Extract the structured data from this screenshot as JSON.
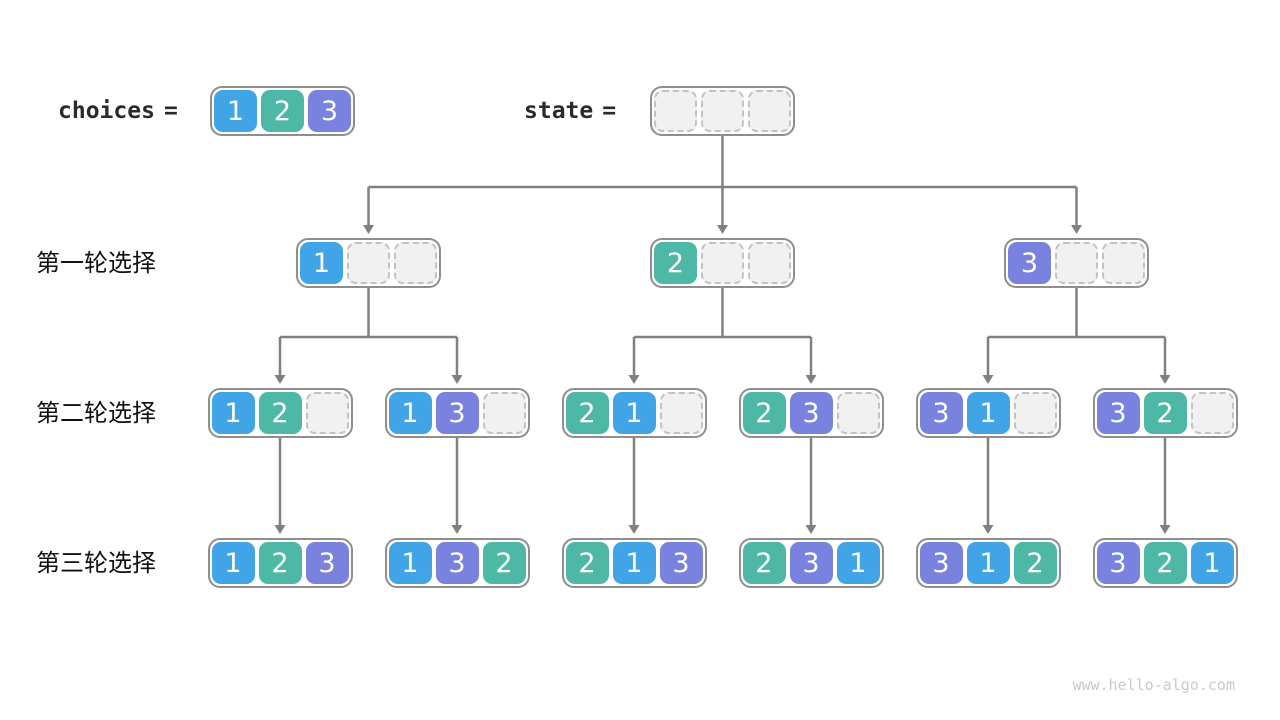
{
  "page": {
    "watermark": "www.hello-algo.com"
  },
  "palette": {
    "tile_1": "#41a4e6",
    "tile_2": "#4db8a5",
    "tile_3": "#7a82e0",
    "tile_text": "#ffffff",
    "container_border": "#8e8e8e",
    "container_fill": "#ffffff",
    "empty_fill": "#f1f1f2",
    "empty_border": "#c2c2c2",
    "arrow": "#808080",
    "label_text": "#111111",
    "code_text": "#2a2a2a",
    "watermark_text": "#c9c9c9"
  },
  "slots_per_state": 3,
  "header": {
    "choices_label": "choices",
    "choices_equals": "=",
    "choices_values": [
      1,
      2,
      3
    ],
    "state_label": "state",
    "state_equals": "=",
    "state_values": [
      null,
      null,
      null
    ]
  },
  "rows": [
    {
      "label": "第一轮选择",
      "states": [
        [
          1
        ],
        [
          2
        ],
        [
          3
        ]
      ]
    },
    {
      "label": "第二轮选择",
      "states": [
        [
          1,
          2
        ],
        [
          1,
          3
        ],
        [
          2,
          1
        ],
        [
          2,
          3
        ],
        [
          3,
          1
        ],
        [
          3,
          2
        ]
      ]
    },
    {
      "label": "第三轮选择",
      "states": [
        [
          1,
          2,
          3
        ],
        [
          1,
          3,
          2
        ],
        [
          2,
          1,
          3
        ],
        [
          2,
          3,
          1
        ],
        [
          3,
          1,
          2
        ],
        [
          3,
          2,
          1
        ]
      ]
    }
  ]
}
